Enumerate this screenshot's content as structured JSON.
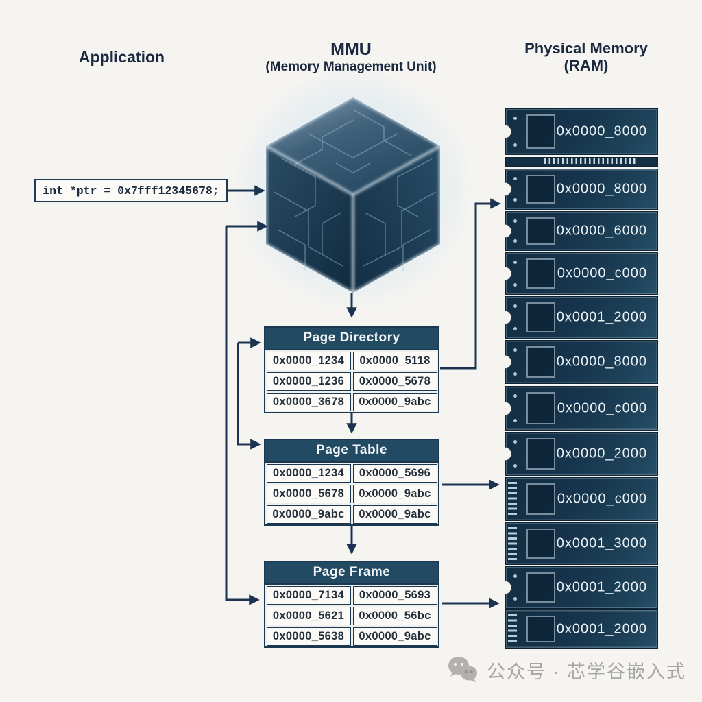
{
  "header": {
    "application": "Application",
    "mmu_title": "MMU",
    "mmu_subtitle": "(Memory Management Unit)",
    "ram_title": "Physical Memory",
    "ram_subtitle": "(RAM)"
  },
  "code_box": {
    "text": "int *ptr = 0x7fff12345678;"
  },
  "tables": [
    {
      "title": "Page Directory",
      "rows": [
        [
          "0x0000_1234",
          "0x0000_5118"
        ],
        [
          "0x0000_1236",
          "0x0000_5678"
        ],
        [
          "0x0000_3678",
          "0x0000_9abc"
        ]
      ]
    },
    {
      "title": "Page Table",
      "rows": [
        [
          "0x0000_1234",
          "0x0000_5696"
        ],
        [
          "0x0000_5678",
          "0x0000_9abc"
        ],
        [
          "0x0000_9abc",
          "0x0000_9abc"
        ]
      ]
    },
    {
      "title": "Page Frame",
      "rows": [
        [
          "0x0000_7134",
          "0x0000_5693"
        ],
        [
          "0x0000_5621",
          "0x0000_56bc"
        ],
        [
          "0x0000_5638",
          "0x0000_9abc"
        ]
      ]
    }
  ],
  "ram": {
    "blocks": [
      {
        "address": "0x0000_8000"
      },
      {
        "address": "0x0000_8000"
      },
      {
        "address": "0x0000_6000"
      },
      {
        "address": "0x0000_c000"
      },
      {
        "address": "0x0001_2000"
      },
      {
        "address": "0x0000_8000"
      },
      {
        "address": "0x0000_c000"
      },
      {
        "address": "0x0000_2000"
      },
      {
        "address": "0x0000_c000"
      },
      {
        "address": "0x0001_3000"
      },
      {
        "address": "0x0001_2000"
      },
      {
        "address": "0x0001_2000"
      }
    ]
  },
  "watermark": {
    "text": "公众号 · 芯学谷嵌入式"
  },
  "icons": {
    "mmu_cube": "circuit-cube-icon",
    "watermark_logo": "wechat-icon"
  },
  "colors": {
    "background": "#f5f4f1",
    "navy": "#1b3350",
    "table_header": "#224a63",
    "table_cell_bg": "#fbfaf7",
    "ram_block": "#16344c",
    "ram_text": "#e9f1f6",
    "title_text": "#1b2940",
    "watermark_gray": "#a6a5a2"
  }
}
